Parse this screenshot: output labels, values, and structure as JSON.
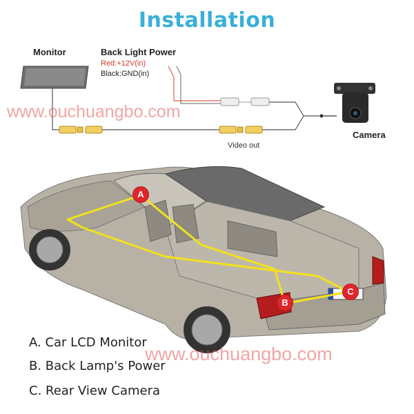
{
  "title": "Installation",
  "wiring": {
    "monitor_label": "Monitor",
    "power_label": "Back Light Power",
    "red_wire": "Red:+12V(in)",
    "black_wire": "Black:GND(in)",
    "video_label": "Video out",
    "camera_label": "Camera"
  },
  "watermark": "www.ouchuangbo.com",
  "markers": {
    "a": "A",
    "b": "B",
    "c": "C"
  },
  "legend": [
    "A. Car LCD Monitor",
    "B. Back Lamp's Power",
    "C. Rear View Camera"
  ],
  "colors": {
    "title": "#3ab0d8",
    "power_wire": "#e07a6a",
    "route_line": "#f2e21a",
    "marker": "#e0262b"
  }
}
